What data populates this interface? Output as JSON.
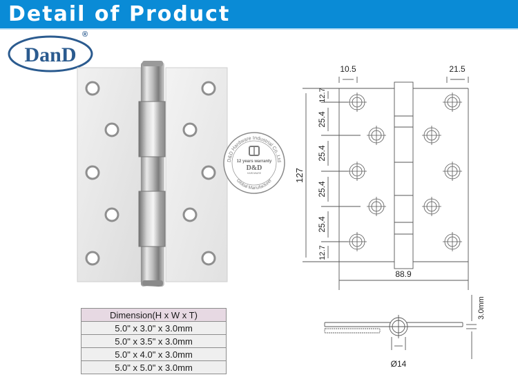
{
  "header": {
    "title": "Detail of Product",
    "background_color": "#0a8bd6"
  },
  "logo": {
    "text": "DanD",
    "registered_mark": "®",
    "color": "#2b5b8f"
  },
  "photo": {
    "subject": "stainless-steel-butt-hinge",
    "hole_count_per_leaf": 5
  },
  "stamp": {
    "top_arc": "D&D Hardware Industrial Co.,Ltd",
    "warranty": "12 years warranty",
    "brand": "D&D",
    "sub_brand": "HARDWARE",
    "bottom_arc": "Global Manufacturer"
  },
  "drawing": {
    "dims": {
      "left_offset": "10.5",
      "right_offset": "21.5",
      "total_height": "127",
      "width": "88.9",
      "thickness": "3.0mm",
      "knuckle_diameter": "Ø14",
      "vertical_spacings": [
        "12.7",
        "25.4",
        "25.4",
        "25.4",
        "25.4",
        "12.7"
      ]
    }
  },
  "table": {
    "header": "Dimension(H x W x T)",
    "rows": [
      "5.0\" x 3.0\" x 3.0mm",
      "5.0\" x 3.5\" x 3.0mm",
      "5.0\" x 4.0\" x 3.0mm",
      "5.0\" x 5.0\" x 3.0mm"
    ]
  }
}
